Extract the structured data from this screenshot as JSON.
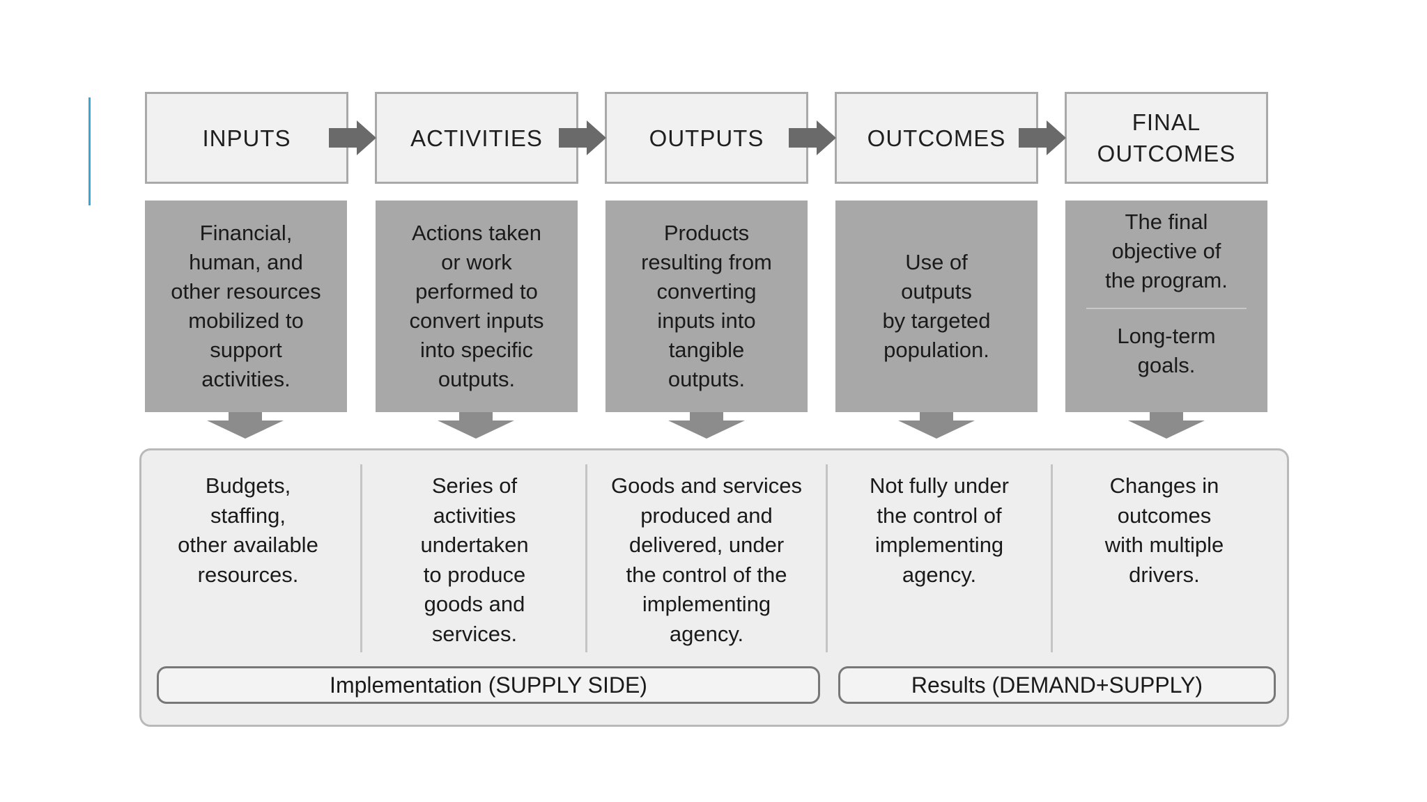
{
  "stages": [
    {
      "header": "INPUTS",
      "description": "Financial,\nhuman, and\nother resources\nmobilized to\nsupport\nactivities.",
      "detail": "Budgets,\nstaffing,\nother available\nresources."
    },
    {
      "header": "ACTIVITIES",
      "description": "Actions taken\nor work\nperformed to\nconvert inputs\ninto specific\noutputs.",
      "detail": "Series of\nactivities\nundertaken\nto produce\ngoods and\nservices."
    },
    {
      "header": "OUTPUTS",
      "description": "Products\nresulting from\nconverting\ninputs into\ntangible\noutputs.",
      "detail": "Goods and services\nproduced and\ndelivered, under\nthe control of the\nimplementing\nagency."
    },
    {
      "header": "OUTCOMES",
      "description": "Use of\noutputs\nby targeted\npopulation.",
      "detail": "Not fully under\nthe control of\nimplementing\nagency."
    },
    {
      "header": "FINAL\nOUTCOMES",
      "description": "The final\nobjective of\nthe program.",
      "description_secondary": "Long-term\ngoals.",
      "detail": "Changes in\noutcomes\nwith multiple\ndrivers."
    }
  ],
  "groups": {
    "implementation": "Implementation (SUPPLY SIDE)",
    "results": "Results (DEMAND+SUPPLY)"
  },
  "colors": {
    "accent": "#35a6d8",
    "header_bg": "#f1f1f1",
    "description_bg": "#a8a8a8",
    "arrow": "#6a6a6a",
    "panel_bg": "#eeeeee"
  }
}
